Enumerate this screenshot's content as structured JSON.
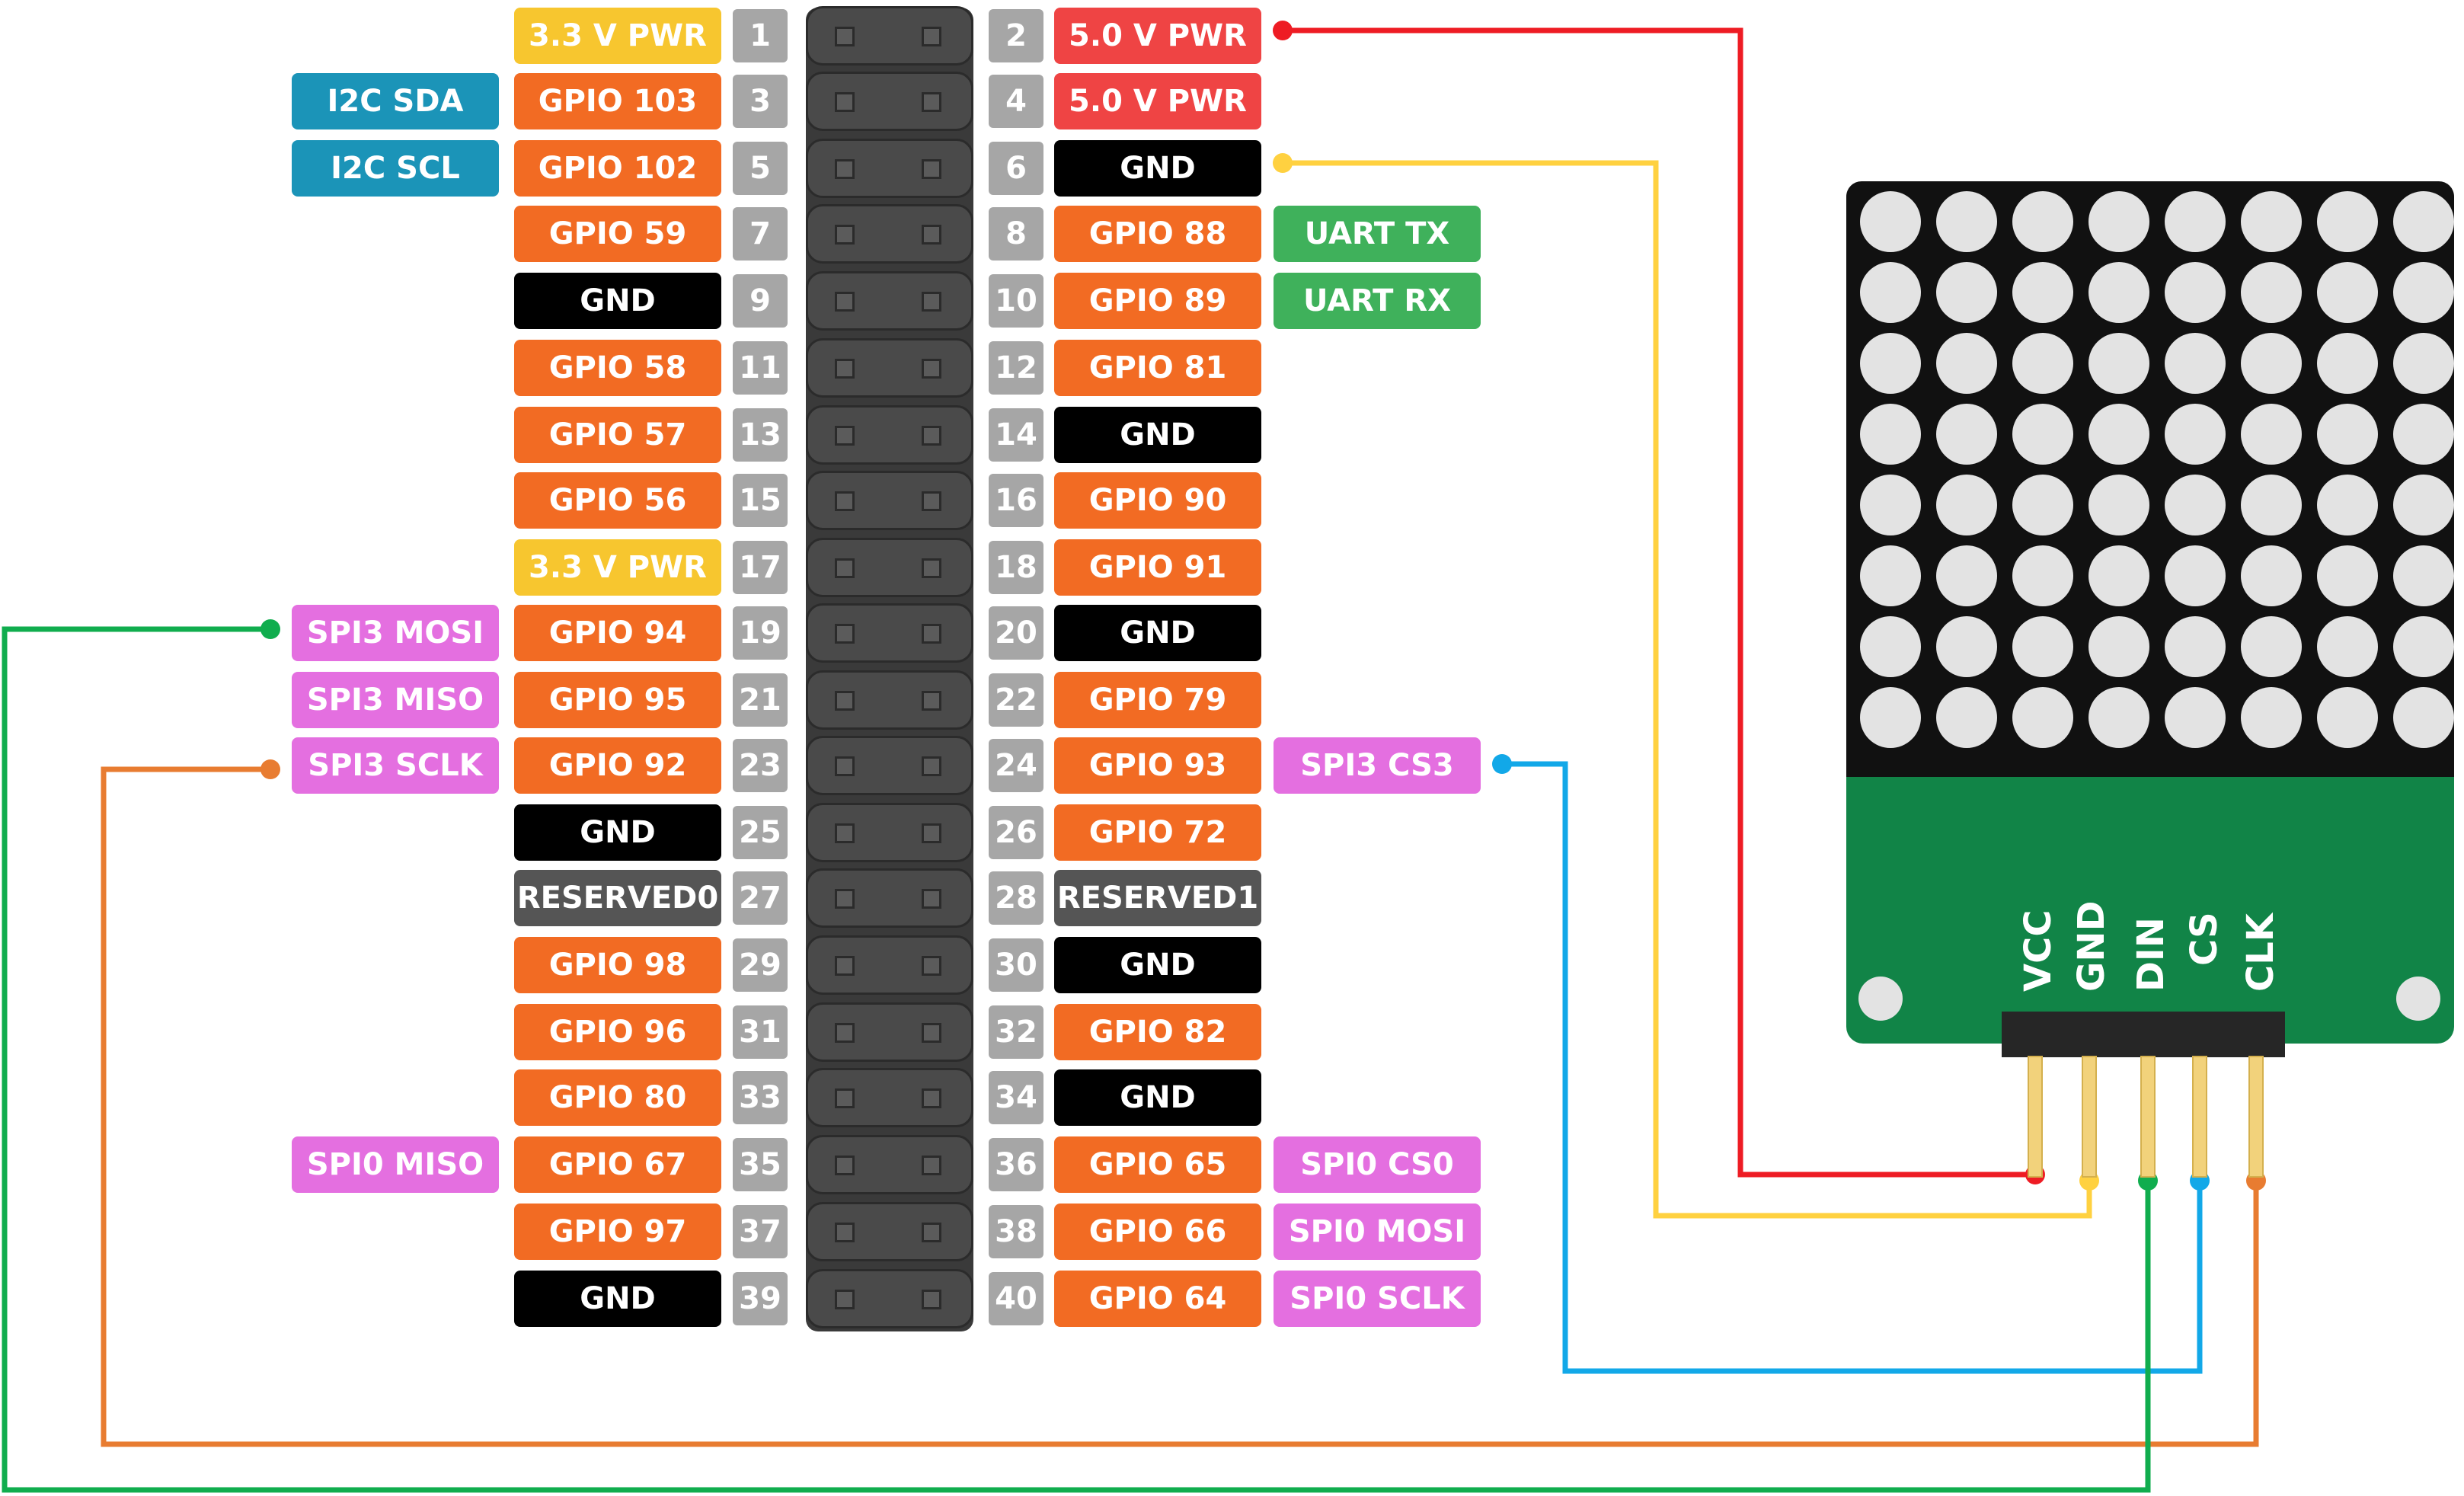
{
  "colors": {
    "power_33": "#f7c62f",
    "power_5": "#ef4444",
    "gpio": "#f26b23",
    "gnd": "#000000",
    "reserved": "#555555",
    "i2c": "#1b94b8",
    "uart": "#3fb15b",
    "spi": "#e46fe0",
    "wire_red": "#ee1c24",
    "wire_yellow": "#ffd140",
    "wire_green": "#10ad4e",
    "wire_blue": "#12a8e8",
    "wire_orange": "#e87c31"
  },
  "left_pins": [
    {
      "num": "1",
      "label": "3.3 V PWR",
      "kind": "power_33",
      "func": ""
    },
    {
      "num": "3",
      "label": "GPIO 103",
      "kind": "gpio",
      "func": "I2C SDA",
      "func_kind": "i2c"
    },
    {
      "num": "5",
      "label": "GPIO 102",
      "kind": "gpio",
      "func": "I2C SCL",
      "func_kind": "i2c"
    },
    {
      "num": "7",
      "label": "GPIO 59",
      "kind": "gpio",
      "func": ""
    },
    {
      "num": "9",
      "label": "GND",
      "kind": "gnd",
      "func": ""
    },
    {
      "num": "11",
      "label": "GPIO 58",
      "kind": "gpio",
      "func": ""
    },
    {
      "num": "13",
      "label": "GPIO 57",
      "kind": "gpio",
      "func": ""
    },
    {
      "num": "15",
      "label": "GPIO 56",
      "kind": "gpio",
      "func": ""
    },
    {
      "num": "17",
      "label": "3.3 V PWR",
      "kind": "power_33",
      "func": ""
    },
    {
      "num": "19",
      "label": "GPIO 94",
      "kind": "gpio",
      "func": "SPI3 MOSI",
      "func_kind": "spi"
    },
    {
      "num": "21",
      "label": "GPIO 95",
      "kind": "gpio",
      "func": "SPI3 MISO",
      "func_kind": "spi"
    },
    {
      "num": "23",
      "label": "GPIO 92",
      "kind": "gpio",
      "func": "SPI3 SCLK",
      "func_kind": "spi"
    },
    {
      "num": "25",
      "label": "GND",
      "kind": "gnd",
      "func": ""
    },
    {
      "num": "27",
      "label": "RESERVED0",
      "kind": "reserved",
      "func": ""
    },
    {
      "num": "29",
      "label": "GPIO 98",
      "kind": "gpio",
      "func": ""
    },
    {
      "num": "31",
      "label": "GPIO 96",
      "kind": "gpio",
      "func": ""
    },
    {
      "num": "33",
      "label": "GPIO 80",
      "kind": "gpio",
      "func": ""
    },
    {
      "num": "35",
      "label": "GPIO 67",
      "kind": "gpio",
      "func": "SPI0 MISO",
      "func_kind": "spi"
    },
    {
      "num": "37",
      "label": "GPIO 97",
      "kind": "gpio",
      "func": ""
    },
    {
      "num": "39",
      "label": "GND",
      "kind": "gnd",
      "func": ""
    }
  ],
  "right_pins": [
    {
      "num": "2",
      "label": "5.0 V PWR",
      "kind": "power_5",
      "func": ""
    },
    {
      "num": "4",
      "label": "5.0 V PWR",
      "kind": "power_5",
      "func": ""
    },
    {
      "num": "6",
      "label": "GND",
      "kind": "gnd",
      "func": ""
    },
    {
      "num": "8",
      "label": "GPIO 88",
      "kind": "gpio",
      "func": "UART TX",
      "func_kind": "uart"
    },
    {
      "num": "10",
      "label": "GPIO 89",
      "kind": "gpio",
      "func": "UART RX",
      "func_kind": "uart"
    },
    {
      "num": "12",
      "label": "GPIO 81",
      "kind": "gpio",
      "func": ""
    },
    {
      "num": "14",
      "label": "GND",
      "kind": "gnd",
      "func": ""
    },
    {
      "num": "16",
      "label": "GPIO 90",
      "kind": "gpio",
      "func": ""
    },
    {
      "num": "18",
      "label": "GPIO 91",
      "kind": "gpio",
      "func": ""
    },
    {
      "num": "20",
      "label": "GND",
      "kind": "gnd",
      "func": ""
    },
    {
      "num": "22",
      "label": "GPIO 79",
      "kind": "gpio",
      "func": ""
    },
    {
      "num": "24",
      "label": "GPIO 93",
      "kind": "gpio",
      "func": "SPI3 CS3",
      "func_kind": "spi"
    },
    {
      "num": "26",
      "label": "GPIO 72",
      "kind": "gpio",
      "func": ""
    },
    {
      "num": "28",
      "label": "RESERVED1",
      "kind": "reserved",
      "func": ""
    },
    {
      "num": "30",
      "label": "GND",
      "kind": "gnd",
      "func": ""
    },
    {
      "num": "32",
      "label": "GPIO 82",
      "kind": "gpio",
      "func": ""
    },
    {
      "num": "34",
      "label": "GND",
      "kind": "gnd",
      "func": ""
    },
    {
      "num": "36",
      "label": "GPIO 65",
      "kind": "gpio",
      "func": "SPI0 CS0",
      "func_kind": "spi"
    },
    {
      "num": "38",
      "label": "GPIO 66",
      "kind": "gpio",
      "func": "SPI0 MOSI",
      "func_kind": "spi"
    },
    {
      "num": "40",
      "label": "GPIO 64",
      "kind": "gpio",
      "func": "SPI0 SCLK",
      "func_kind": "spi"
    }
  ],
  "module": {
    "pins": [
      "VCC",
      "GND",
      "DIN",
      "CS",
      "CLK"
    ],
    "led_rows": 8,
    "led_cols": 8
  }
}
